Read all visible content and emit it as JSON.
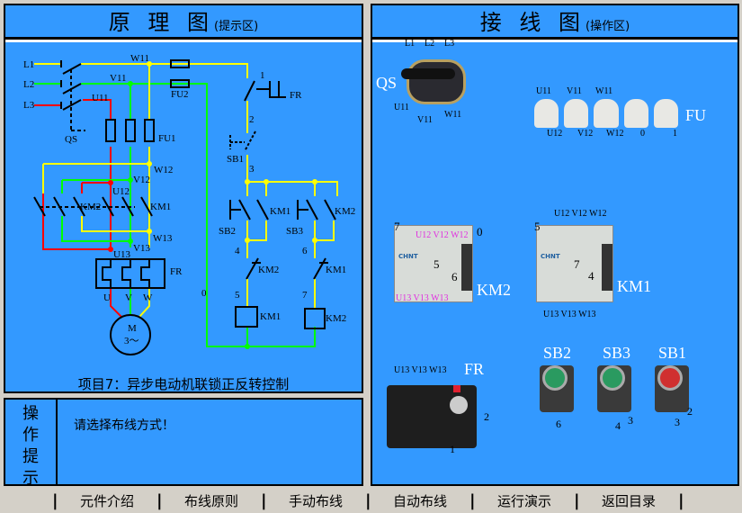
{
  "schematic_panel": {
    "title": "原 理 图",
    "subtitle": "(提示区)",
    "caption": "项目7：异步电动机联锁正反转控制"
  },
  "schematic_labels": {
    "L1": "L1",
    "L2": "L2",
    "L3": "L3",
    "W11": "W11",
    "V11": "V11",
    "U11": "U11",
    "FU2": "FU2",
    "FU1": "FU1",
    "QS": "QS",
    "W12": "W12",
    "V12": "V12",
    "U12": "U12",
    "KM2": "KM2",
    "KM1": "KM1",
    "W13": "W13",
    "V13": "V13",
    "U13": "U13",
    "FR": "FR",
    "U": "U",
    "V": "V",
    "W": "W",
    "M": "M",
    "M3": "3～",
    "n1": "1",
    "n2": "2",
    "n3": "3",
    "n4": "4",
    "n5": "5",
    "n6": "6",
    "n7": "7",
    "n0": "0",
    "SB1": "SB1",
    "SB2": "SB2",
    "SB3": "SB3"
  },
  "wiring_panel": {
    "title": "接 线 图",
    "subtitle": "(操作区)"
  },
  "devices": {
    "qs": {
      "name": "QS",
      "top": [
        "L1",
        "L2",
        "L3"
      ],
      "bottom": [
        "U11",
        "V11",
        "W11"
      ]
    },
    "fu": {
      "name": "FU",
      "top": [
        "U11",
        "V11",
        "W11"
      ],
      "bottom": [
        "U12",
        "V12",
        "W12",
        "0",
        "1"
      ]
    },
    "km2": {
      "name": "KM2",
      "top": "U12 V12 W12",
      "bottom": "U13 V13 W13",
      "n7": "7",
      "n0": "0",
      "n5": "5",
      "n6": "6",
      "brand": "CHNT"
    },
    "km1": {
      "name": "KM1",
      "top": "U12 V12 W12",
      "bottom": "U13 V13 W13",
      "n5": "5",
      "n7": "7",
      "n4": "4",
      "brand": "CHNT"
    },
    "fr": {
      "name": "FR",
      "top": "U13 V13 W13",
      "n2": "2",
      "n1": "1"
    },
    "sb2": {
      "name": "SB2",
      "n": "6"
    },
    "sb3": {
      "name": "SB3",
      "n4": "4",
      "n3": "3"
    },
    "sb1": {
      "name": "SB1",
      "n3": "3",
      "n2": "2"
    }
  },
  "prompt": {
    "label": [
      "操",
      "作",
      "提",
      "示"
    ],
    "text": "请选择布线方式！"
  },
  "nav": [
    "元件介绍",
    "布线原则",
    "手动布线",
    "自动布线",
    "运行演示",
    "返回目录"
  ],
  "colors": {
    "panel": "#3399ff",
    "red": "#ff0000",
    "green": "#00ff00",
    "yellow": "#ffff00"
  }
}
